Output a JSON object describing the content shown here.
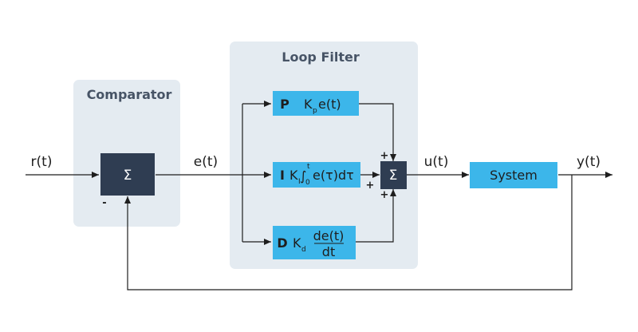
{
  "groups": {
    "comparator": "Comparator",
    "loop_filter": "Loop Filter"
  },
  "signals": {
    "reference": "r(t)",
    "error": "e(t)",
    "control": "u(t)",
    "output": "y(t)"
  },
  "comparator_sum": {
    "symbol": "Σ",
    "minus_sign": "-"
  },
  "p_block": {
    "letter": "P",
    "gain": "K",
    "gain_sub": "p",
    "expr": "e(t)"
  },
  "i_block": {
    "letter": "I",
    "gain": "K",
    "gain_sub": "I",
    "integral": "∫",
    "upper": "t",
    "lower": "0",
    "expr": "e(τ)dτ"
  },
  "d_block": {
    "letter": "D",
    "gain": "K",
    "gain_sub": "d",
    "numerator": "de(t)",
    "denominator": "dt"
  },
  "filter_sum": {
    "symbol": "Σ",
    "plus_top": "+",
    "plus_left": "+",
    "plus_bottom": "+"
  },
  "system": {
    "label": "System"
  },
  "colors": {
    "group_bg": "#e4ebf1",
    "block_blue": "#3cb6ea",
    "sum_dark": "#2f3d52",
    "line": "#1e1e1e"
  }
}
